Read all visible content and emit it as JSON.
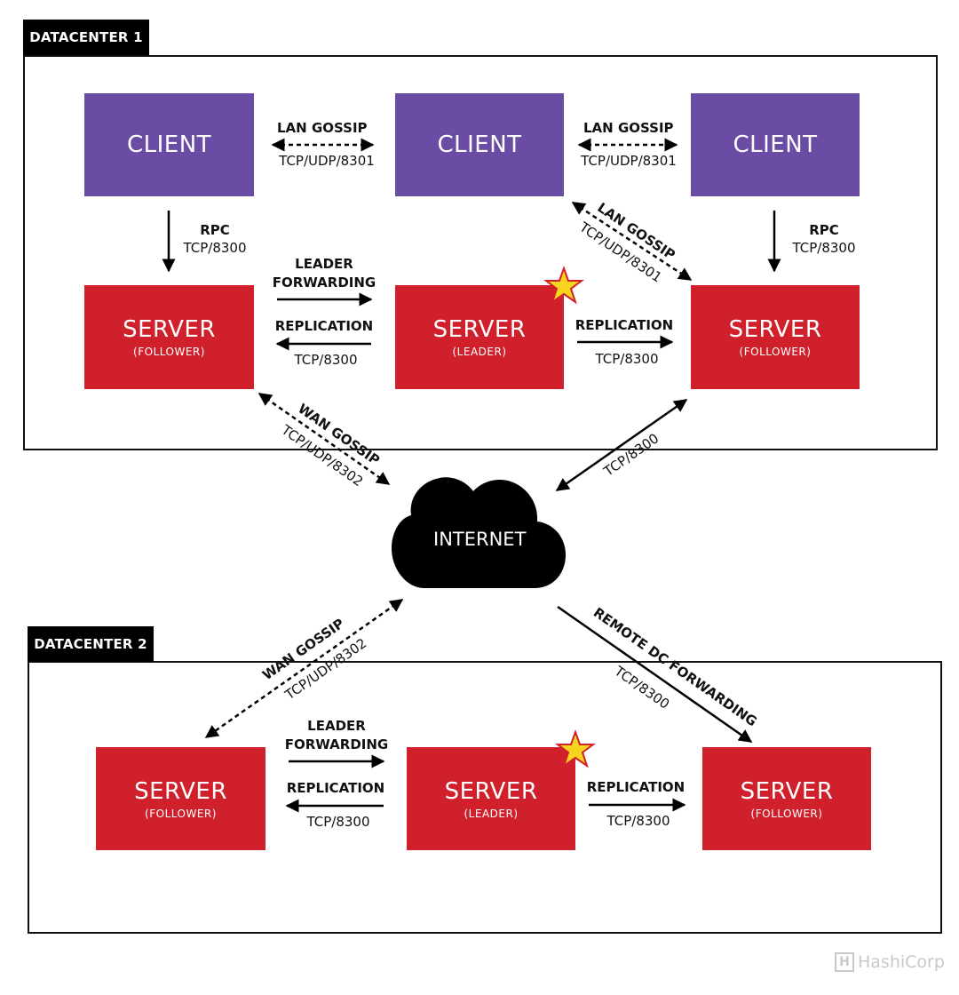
{
  "datacenters": [
    {
      "label": "DATACENTER 1"
    },
    {
      "label": "DATACENTER 2"
    }
  ],
  "dc1": {
    "client_label": "CLIENT",
    "server_label": "SERVER",
    "follower_role": "(FOLLOWER)",
    "leader_role": "(LEADER)"
  },
  "edges": {
    "lan_gossip": "LAN GOSSIP",
    "lan_port": "TCP/UDP/8301",
    "rpc": "RPC",
    "rpc_port": "TCP/8300",
    "leader_forwarding_1": "LEADER",
    "leader_forwarding_2": "FORWARDING",
    "replication": "REPLICATION",
    "replication_port": "TCP/8300",
    "wan_gossip": "WAN GOSSIP",
    "wan_port": "TCP/UDP/8302",
    "tcp_8300": "TCP/8300",
    "remote_dc_forwarding": "REMOTE DC FORWARDING"
  },
  "internet": {
    "label": "INTERNET"
  },
  "brand": {
    "name": "HashiCorp",
    "mark": "H"
  },
  "colors": {
    "client": "#6B4CA5",
    "server": "#D0202B",
    "leader_star": "#F5D51E"
  }
}
